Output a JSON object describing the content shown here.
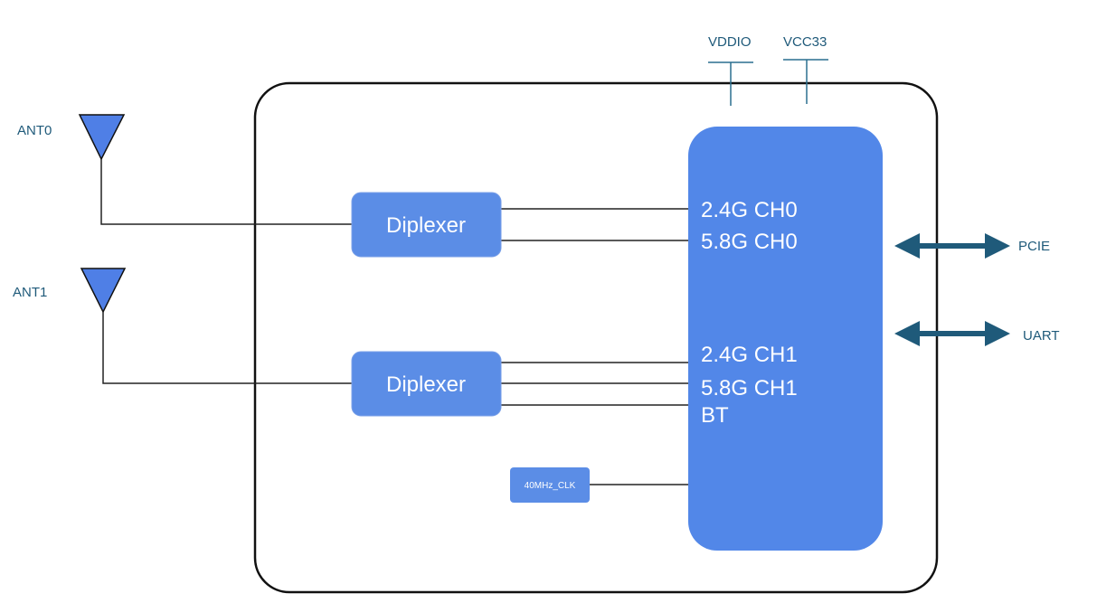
{
  "colors": {
    "block_fill": "#5b8de6",
    "chip_fill": "#5287e8",
    "antenna_fill": "#4f7fe6",
    "arrow": "#1f5a7a",
    "label_text": "#1f5a7a",
    "wire": "#222222",
    "module_border": "#111111"
  },
  "antennas": [
    {
      "label": "ANT0"
    },
    {
      "label": "ANT1"
    }
  ],
  "diplexers": [
    {
      "label": "Diplexer"
    },
    {
      "label": "Diplexer"
    }
  ],
  "clock": {
    "label": "40MHz_CLK"
  },
  "chip": {
    "pins": [
      "2.4G CH0",
      "5.8G CH0",
      "2.4G CH1",
      "5.8G CH1",
      "BT"
    ]
  },
  "power_rails": [
    {
      "label": "VDDIO"
    },
    {
      "label": "VCC33"
    }
  ],
  "interfaces": [
    {
      "label": "PCIE",
      "icon": "double-arrow-icon"
    },
    {
      "label": "UART",
      "icon": "double-arrow-icon"
    }
  ]
}
